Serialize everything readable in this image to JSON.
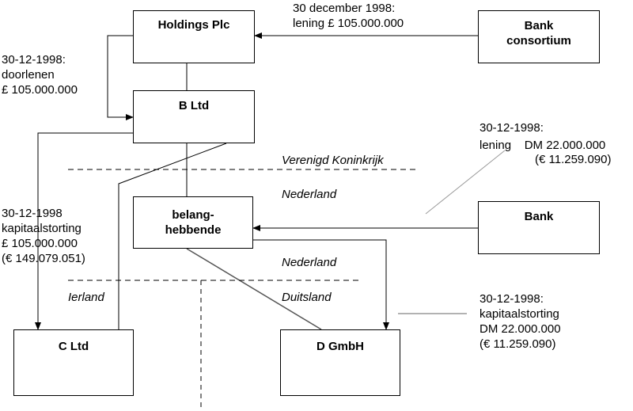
{
  "entities": {
    "holdings": "Holdings Plc",
    "bank_consortium": "Bank\nconsortium",
    "b_ltd": "B Ltd",
    "belanghebbende": "belang-\nhebbende",
    "bank": "Bank",
    "c_ltd": "C Ltd",
    "d_gmbh": "D GmbH"
  },
  "annotations": {
    "loan_top_line1": "30 december 1998:",
    "loan_top_line2": "lening £ 105.000.000",
    "onlend": "30-12-1998:\ndoorlenen\n£ 105.000.000",
    "capital_c": "30-12-1998\nkapitaalstorting\n£ 105.000.000\n(€ 149.079.051)",
    "bank_loan_line1": "30-12-1998:",
    "bank_loan_line2": "lening    DM 22.000.000",
    "bank_loan_line3": "(€ 11.259.090)",
    "capital_d": "30-12-1998:\nkapitaalstorting\nDM 22.000.000\n(€ 11.259.090)"
  },
  "regions": {
    "uk": "Verenigd Koninkrijk",
    "nl_upper": "Nederland",
    "nl_lower": "Nederland",
    "ireland": "Ierland",
    "germany": "Duitsland"
  }
}
